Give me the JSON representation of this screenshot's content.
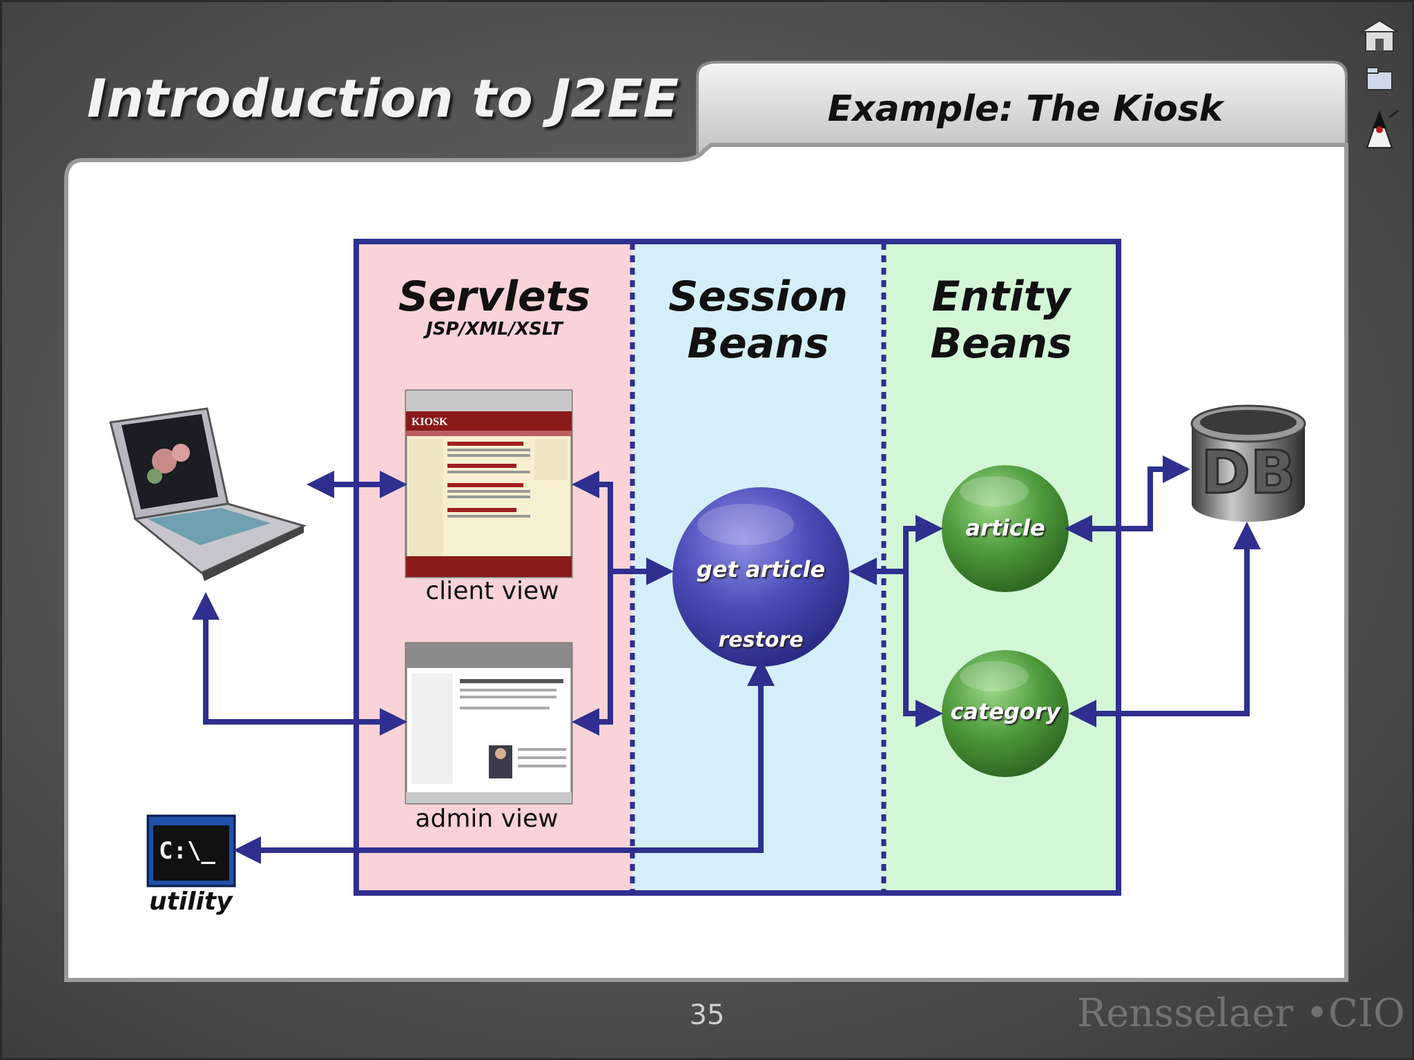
{
  "slide": {
    "title": "Introduction to J2EE",
    "subtitle": "Example: The Kiosk",
    "page_number": "35",
    "footer_logo": "Rensselaer •CIO"
  },
  "columns": {
    "servlets": {
      "heading": "Servlets",
      "subheading": "JSP/XML/XSLT",
      "bg": "#f9d3d7"
    },
    "session": {
      "heading_line1": "Session",
      "heading_line2": "Beans",
      "bg": "#d5effa"
    },
    "entity": {
      "heading_line1": "Entity",
      "heading_line2": "Beans",
      "bg": "#d3f7d6"
    }
  },
  "views": {
    "client": "client view",
    "admin": "admin view",
    "kiosk_logo": "KIOSK"
  },
  "beans": {
    "session_top": "get article",
    "session_bottom": "restore",
    "entity_top": "article",
    "entity_bottom": "category"
  },
  "nodes": {
    "db": "DB",
    "utility_label": "utility",
    "utility_screen": "C:\\_"
  },
  "colors": {
    "arrow": "#2f2f8f",
    "session_ball": "#4a4ab8",
    "entity_ball": "#4a9a3a",
    "frame_dark": "#4a4a4a"
  },
  "icons": [
    "home-icon",
    "folder-icon",
    "java-mascot-icon"
  ]
}
